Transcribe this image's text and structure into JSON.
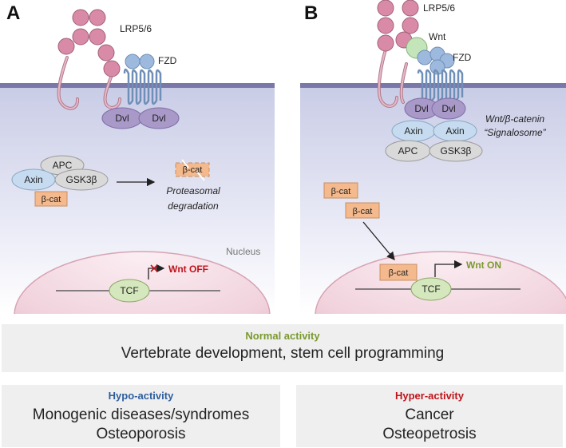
{
  "panels": {
    "a": {
      "letter": "A",
      "lrp_label": "LRP5/6",
      "fzd_label": "FZD",
      "dvl": [
        "Dvl",
        "Dvl"
      ],
      "complex": {
        "apc": "APC",
        "axin": "Axin",
        "gsk": "GSK3β",
        "bcat": "β-cat"
      },
      "degraded_bcat": "β-cat",
      "degradation_line1": "Proteasomal",
      "degradation_line2": "degradation",
      "nucleus_label": "Nucleus",
      "tcf": "TCF",
      "wnt_status": "Wnt OFF",
      "status_color": "#c0141c"
    },
    "b": {
      "letter": "B",
      "lrp_label": "LRP5/6",
      "wnt_label": "Wnt",
      "fzd_label": "FZD",
      "dvl": [
        "Dvl",
        "Dvl"
      ],
      "signalosome_line1": "Wnt/β-catenin",
      "signalosome_line2": "“Signalosome”",
      "complex": {
        "axin1": "Axin",
        "axin2": "Axin",
        "apc": "APC",
        "gsk": "GSK3β"
      },
      "bcat_free": [
        "β-cat",
        "β-cat"
      ],
      "bcat_nuclear": "β-cat",
      "tcf": "TCF",
      "wnt_status": "Wnt ON",
      "status_color": "#7a9a2e"
    }
  },
  "activity": {
    "normal": {
      "label": "Normal activity",
      "text": "Vertebrate development, stem cell programming",
      "color": "#7a9a2e"
    },
    "hypo": {
      "label": "Hypo-activity",
      "lines": [
        "Monogenic diseases/syndromes",
        "Osteoporosis"
      ],
      "color": "#2e5e9e"
    },
    "hyper": {
      "label": "Hyper-activity",
      "lines": [
        "Cancer",
        "Osteopetrosis"
      ],
      "color": "#c0141c"
    }
  },
  "colors": {
    "lrp": "#d98aa6",
    "fzd": "#9db9dd",
    "dvl": "#a999c9",
    "axin": "#c6dbef",
    "apc_gsk": "#d9d9d9",
    "bcat": "#f4b98d",
    "tcf": "#d5e8bd",
    "wnt": "#c3e5b9",
    "membrane": "#7a77a9"
  }
}
